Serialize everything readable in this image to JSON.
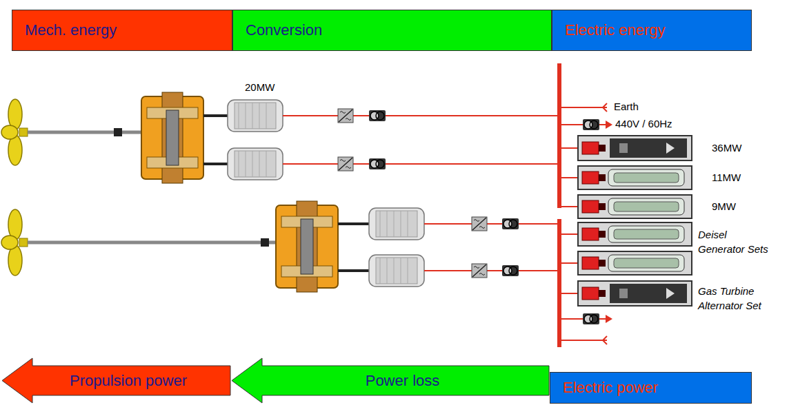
{
  "diagram": {
    "nodes": [
      {
        "text": [
          "Mech. energy"
        ]
      },
      {
        "text": [
          "Conversion"
        ]
      },
      {
        "text": [
          "Electric energy"
        ]
      },
      {
        "text": [
          "Propulsion power"
        ]
      },
      {
        "text": [
          "Power loss"
        ]
      },
      {
        "text": [
          "Electric power"
        ]
      }
    ],
    "labels": [
      "20MW",
      "Earth",
      "440V / 60Hz",
      "36MW",
      "11MW",
      "9MW",
      "Deisel Generator Sets",
      "Gas Turbine Alternator Set"
    ]
  }
}
